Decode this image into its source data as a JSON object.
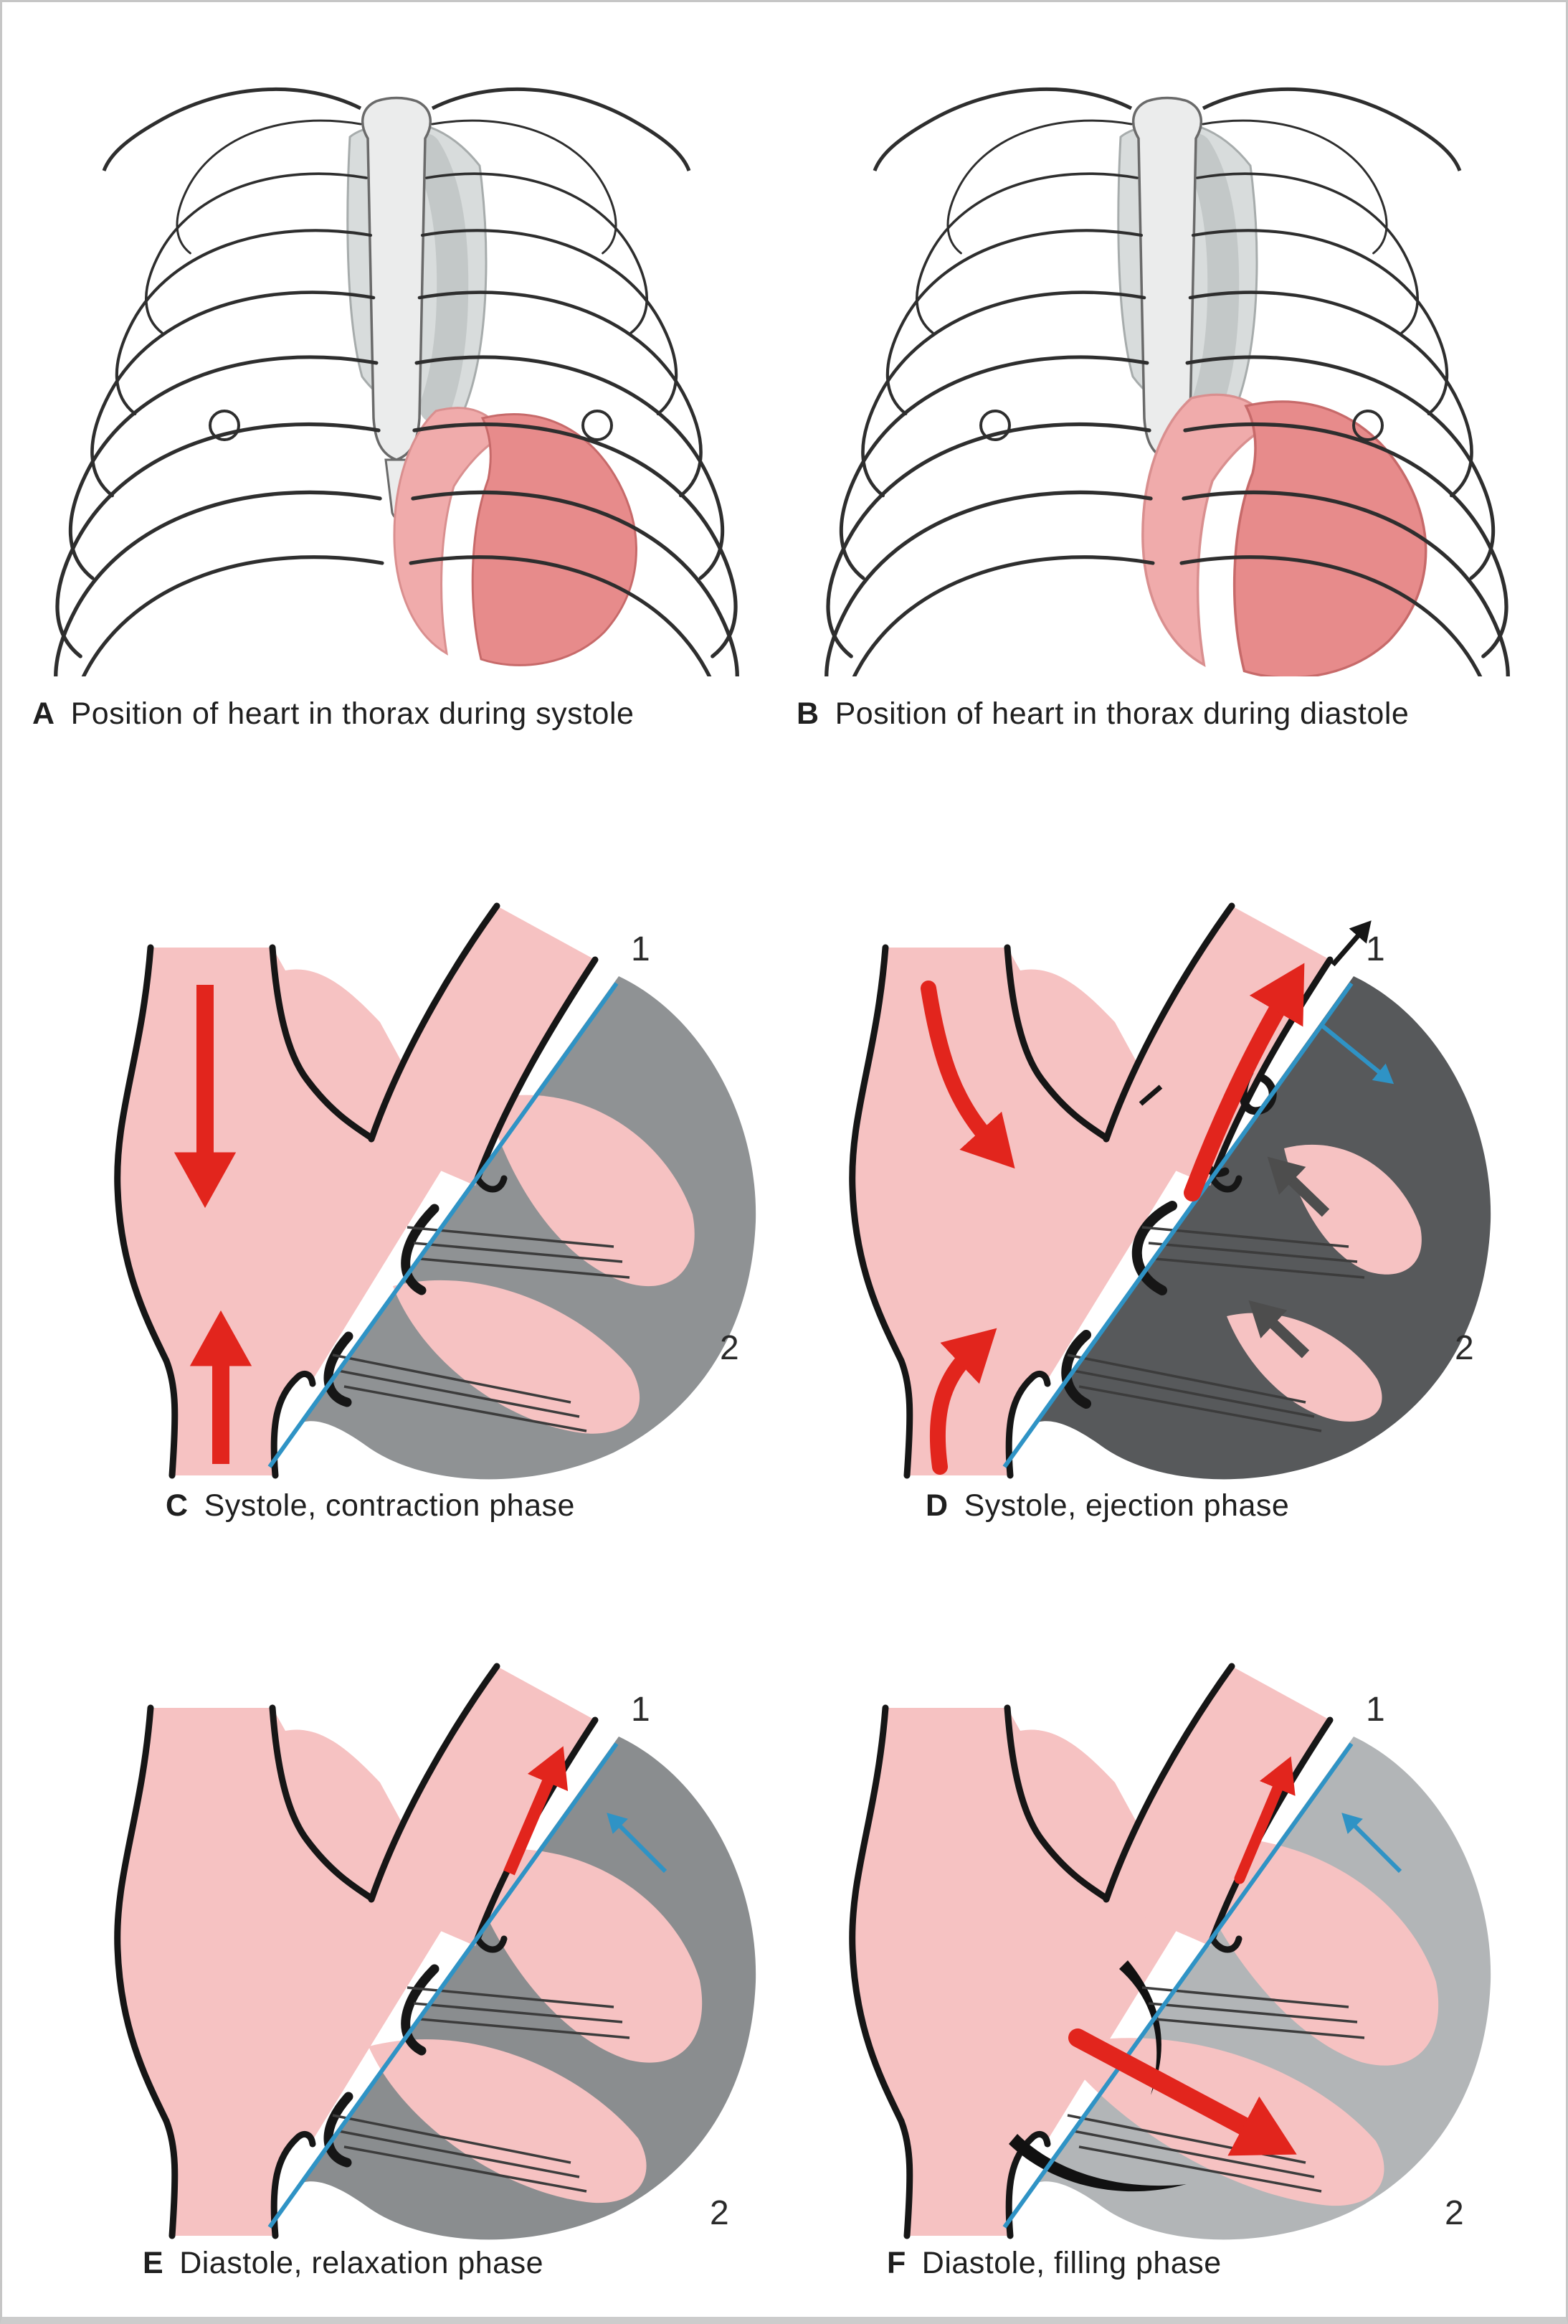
{
  "figure": {
    "captions": [
      {
        "letter": "A",
        "text": "Position of heart in thorax during systole"
      },
      {
        "letter": "B",
        "text": "Position of heart in thorax during diastole"
      },
      {
        "letter": "C",
        "text": "Systole, contraction phase"
      },
      {
        "letter": "D",
        "text": "Systole, ejection phase"
      },
      {
        "letter": "E",
        "text": "Diastole, relaxation phase"
      },
      {
        "letter": "F",
        "text": "Diastole, filling phase"
      }
    ],
    "markers": {
      "valve_plane_label": "1",
      "ventricle_wall_label": "2"
    }
  },
  "colors": {
    "chamber_pink": "#f6c2c2",
    "heart_light_pink": "#f0abab",
    "heart_rose": "#e78b8b",
    "vessel_gray": "#d8dcdc",
    "sternum_gray": "#ebecec",
    "wall_contraction": "#8f9294",
    "wall_ejection": "#57595b",
    "wall_relaxation": "#8a8d8f",
    "wall_filling": "#b2b5b7",
    "arrow_red": "#e2251d",
    "valve_plane_blue": "#2f93c5",
    "outline_black": "#161616",
    "rib_outline": "#2e2e2e",
    "label_text": "#2a2a2a"
  }
}
